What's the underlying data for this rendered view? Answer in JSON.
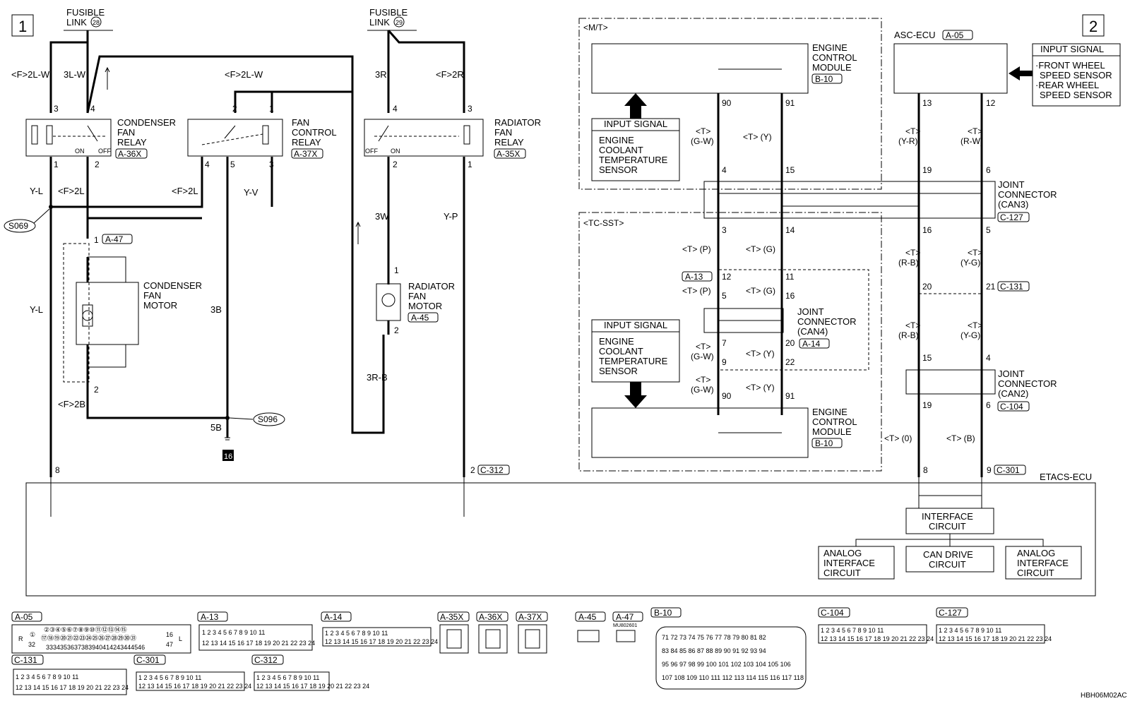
{
  "section_labels": {
    "left": "1",
    "right": "2"
  },
  "fusible_links": [
    {
      "line1": "FUSIBLE",
      "line2": "LINK",
      "num": "28"
    },
    {
      "line1": "FUSIBLE",
      "line2": "LINK",
      "num": "29"
    }
  ],
  "wires": {
    "f2lw_1": "<F>2L-W",
    "w3lw": "3L-W",
    "f2lw_2": "<F>2L-W",
    "w3r": "3R",
    "f2r": "<F>2R",
    "yl_1": "Y-L",
    "f2l_1": "<F>2L",
    "f2l_2": "<F>2L",
    "yv": "Y-V",
    "w3w": "3W",
    "yp": "Y-P",
    "yl_2": "Y-L",
    "w3b": "3B",
    "w3rb": "3R-B",
    "f2b": "<F>2B",
    "w5b": "5B"
  },
  "relays": [
    {
      "line1": "CONDENSER",
      "line2": "FAN",
      "line3": "RELAY",
      "code": "A-36X",
      "on": "ON",
      "off": "OFF",
      "pins": [
        "3",
        "4",
        "1",
        "2"
      ]
    },
    {
      "line1": "FAN",
      "line2": "CONTROL",
      "line3": "RELAY",
      "code": "A-37X",
      "pins": [
        "2",
        "1",
        "4",
        "5",
        "3"
      ]
    },
    {
      "line1": "RADIATOR",
      "line2": "FAN",
      "line3": "RELAY",
      "code": "A-35X",
      "on": "ON",
      "off": "OFF",
      "pins": [
        "4",
        "3",
        "2",
        "1"
      ]
    }
  ],
  "motors": [
    {
      "line1": "CONDENSER",
      "line2": "FAN",
      "line3": "MOTOR",
      "pin_top": "1",
      "code": "A-47",
      "pin_bottom": "2"
    },
    {
      "line1": "RADIATOR",
      "line2": "FAN",
      "line3": "MOTOR",
      "pin_top": "1",
      "code": "A-45",
      "pin_bottom": "2"
    }
  ],
  "splices": {
    "s069": "S069",
    "s096": "S096"
  },
  "ground": "16",
  "etacs": {
    "title": "ETACS-ECU",
    "pin8": "8",
    "pin2": "2",
    "conn2": "C-312",
    "pin8b": "8",
    "pin9": "9",
    "conn9": "C-301",
    "interface": {
      "line1": "INTERFACE",
      "line2": "CIRCUIT"
    },
    "analog_l": {
      "line1": "ANALOG",
      "line2": "INTERFACE",
      "line3": "CIRCUIT"
    },
    "can_drive": {
      "line1": "CAN DRIVE",
      "line2": "CIRCUIT"
    },
    "analog_r": {
      "line1": "ANALOG",
      "line2": "INTERFACE",
      "line3": "CIRCUIT"
    }
  },
  "mt": {
    "label": "<M/T>",
    "ecm": {
      "line1": "ENGINE",
      "line2": "CONTROL",
      "line3": "MODULE",
      "code": "B-10"
    },
    "input": {
      "title": "INPUT SIGNAL",
      "line1": "ENGINE",
      "line2": "COOLANT",
      "line3": "TEMPERATURE",
      "line4": "SENSOR"
    },
    "pins": {
      "p90": "90",
      "p91": "91",
      "w_gw1": "<T>",
      "w_gw2": "(G-W)",
      "w_y": "<T> (Y)",
      "p4": "4",
      "p15": "15"
    }
  },
  "tcsst": {
    "label": "<TC-SST>",
    "pins": {
      "p3": "3",
      "p14": "14",
      "w_p": "<T> (P)",
      "w_g": "<T> (G)",
      "c_a13": "A-13",
      "p12": "12",
      "p11": "11",
      "w_p2": "<T> (P)",
      "w_g2": "<T> (G)",
      "p5": "5",
      "p16": "16",
      "p7": "7",
      "p20": "20",
      "c_a14": "A-14",
      "w_gw1": "<T>",
      "w_gw2": "(G-W)",
      "w_y": "<T> (Y)",
      "p9": "9",
      "p22": "22",
      "w_gw3": "<T>",
      "w_gw4": "(G-W)",
      "w_y2": "<T> (Y)",
      "p90": "90",
      "p91": "91"
    },
    "can4": {
      "line1": "JOINT",
      "line2": "CONNECTOR",
      "line3": "(CAN4)"
    },
    "input": {
      "title": "INPUT SIGNAL",
      "line1": "ENGINE",
      "line2": "COOLANT",
      "line3": "TEMPERATURE",
      "line4": "SENSOR"
    },
    "ecm": {
      "line1": "ENGINE",
      "line2": "CONTROL",
      "line3": "MODULE",
      "code": "B-10"
    }
  },
  "can3": {
    "line1": "JOINT",
    "line2": "CONNECTOR",
    "line3": "(CAN3)",
    "code": "C-127"
  },
  "asc": {
    "title": "ASC-ECU",
    "code": "A-05",
    "input_title": "INPUT SIGNAL",
    "lines": [
      "·FRONT WHEEL",
      "SPEED SENSOR",
      "·REAR WHEEL",
      "SPEED SENSOR"
    ],
    "pins": {
      "p13": "13",
      "p12": "12",
      "w1a": "<T>",
      "w1b": "(Y-R)",
      "w2a": "<T>",
      "w2b": "(R-W)",
      "p19": "19",
      "p6": "6",
      "p16": "16",
      "p5": "5",
      "w3a": "<T>",
      "w3b": "(R-B)",
      "w4a": "<T>",
      "w4b": "(Y-G)",
      "p20": "20",
      "p21": "21",
      "c131": "C-131",
      "w5a": "<T>",
      "w5b": "(R-B)",
      "w6a": "<T>",
      "w6b": "(Y-G)",
      "p15": "15",
      "p4": "4",
      "p19b": "19",
      "p6b": "6",
      "c104": "C-104",
      "w7": "<T> (0)",
      "w8": "<T> (B)"
    }
  },
  "can2": {
    "line1": "JOINT",
    "line2": "CONNECTOR",
    "line3": "(CAN2)",
    "code": "C-104"
  },
  "connectors": {
    "A-05": "A-05",
    "A-13": "A-13",
    "A-14": "A-14",
    "A-35X": "A-35X",
    "A-36X": "A-36X",
    "A-37X": "A-37X",
    "A-45": "A-45",
    "A-47": "A-47",
    "B-10": "B-10",
    "C-104": "C-104",
    "C-127": "C-127",
    "C-131": "C-131",
    "C-301": "C-301",
    "C-312": "C-312",
    "mu": "MU802601"
  },
  "pinrows": {
    "a05_r1": "②③④⑤⑥⑦⑧⑨⑩⑪⑫⑬⑭⑮",
    "a05_r2": "⑰⑱⑲⑳㉑㉒㉓㉔㉕㉖㉗㉘㉙㉚㉛",
    "a05_r3": "3334353637383940414243444546",
    "a05_l1": "①",
    "a05_l2": "32",
    "a05_r_1": "16",
    "a05_r_2": "47",
    "a05_R": "R",
    "a05_L": "L",
    "std_top": "1 2 3 4 5 6 7 8 9 10 11",
    "std_bot": "12 13 14 15 16 17 18 19 20 21 22 23 24",
    "b10": [
      "71 72 73 74 75 76 77 78 79 80 81 82",
      "83 84 85 86 87 88 89 90 91 92 93 94",
      "95 96 97 98 99 100 101 102 103 104 105 106",
      "107 108 109 110 111 112 113 114 115 116 117 118"
    ]
  },
  "footer_code": "HBH06M02AC"
}
